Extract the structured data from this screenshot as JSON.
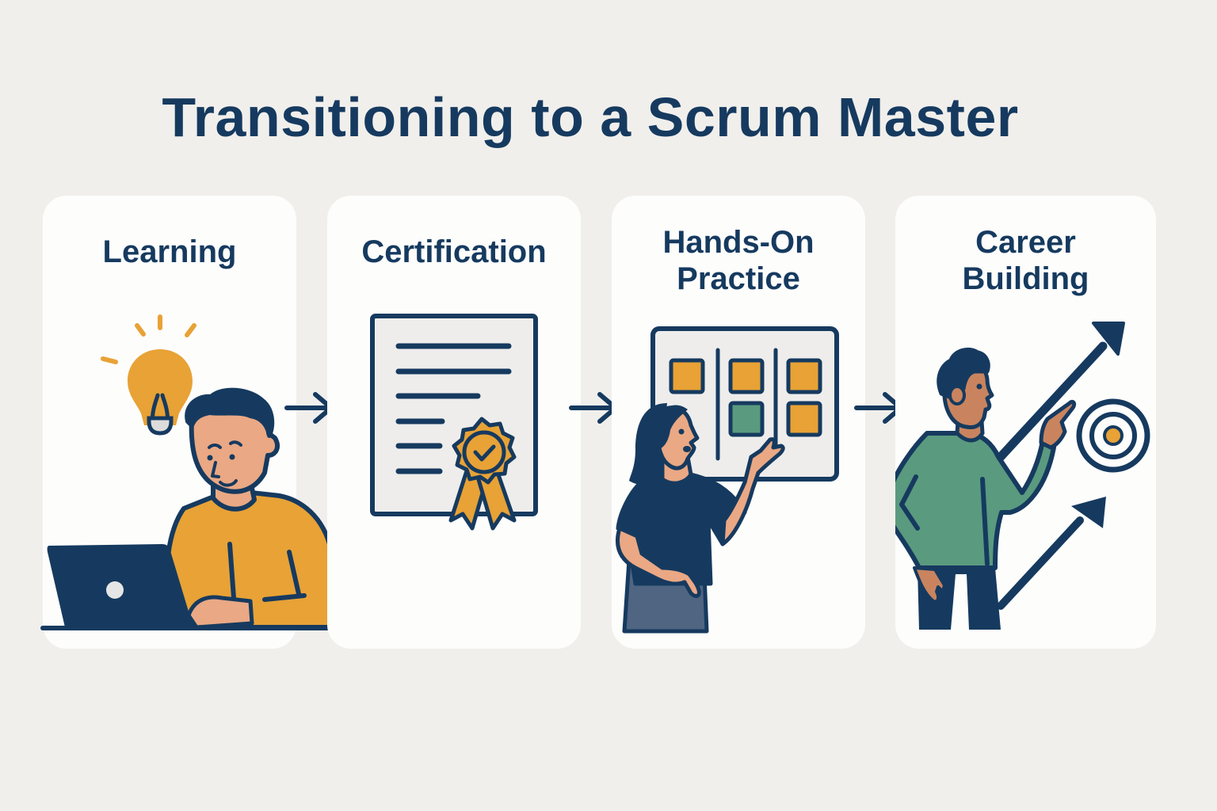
{
  "title": "Transitioning to a Scrum Master",
  "colors": {
    "background": "#f1efec",
    "card": "#fdfdfc",
    "navy": "#163a5f",
    "orange": "#e8a236",
    "green": "#5a9a7f",
    "skin": "#eaa884",
    "skin_dark": "#c9845f",
    "paper": "#eeedeb"
  },
  "steps": [
    {
      "label": "Learning",
      "icon": "person-laptop-lightbulb-illustration"
    },
    {
      "label": "Certification",
      "icon": "certificate-ribbon-illustration"
    },
    {
      "label": "Hands-On Practice",
      "line1": "Hands-On",
      "line2": "Practice",
      "icon": "person-kanban-board-illustration"
    },
    {
      "label": "Career Building",
      "line1": "Career",
      "line2": "Building",
      "icon": "person-growth-arrows-target-illustration"
    }
  ],
  "connectors": [
    "arrow-right",
    "arrow-right",
    "arrow-right"
  ]
}
